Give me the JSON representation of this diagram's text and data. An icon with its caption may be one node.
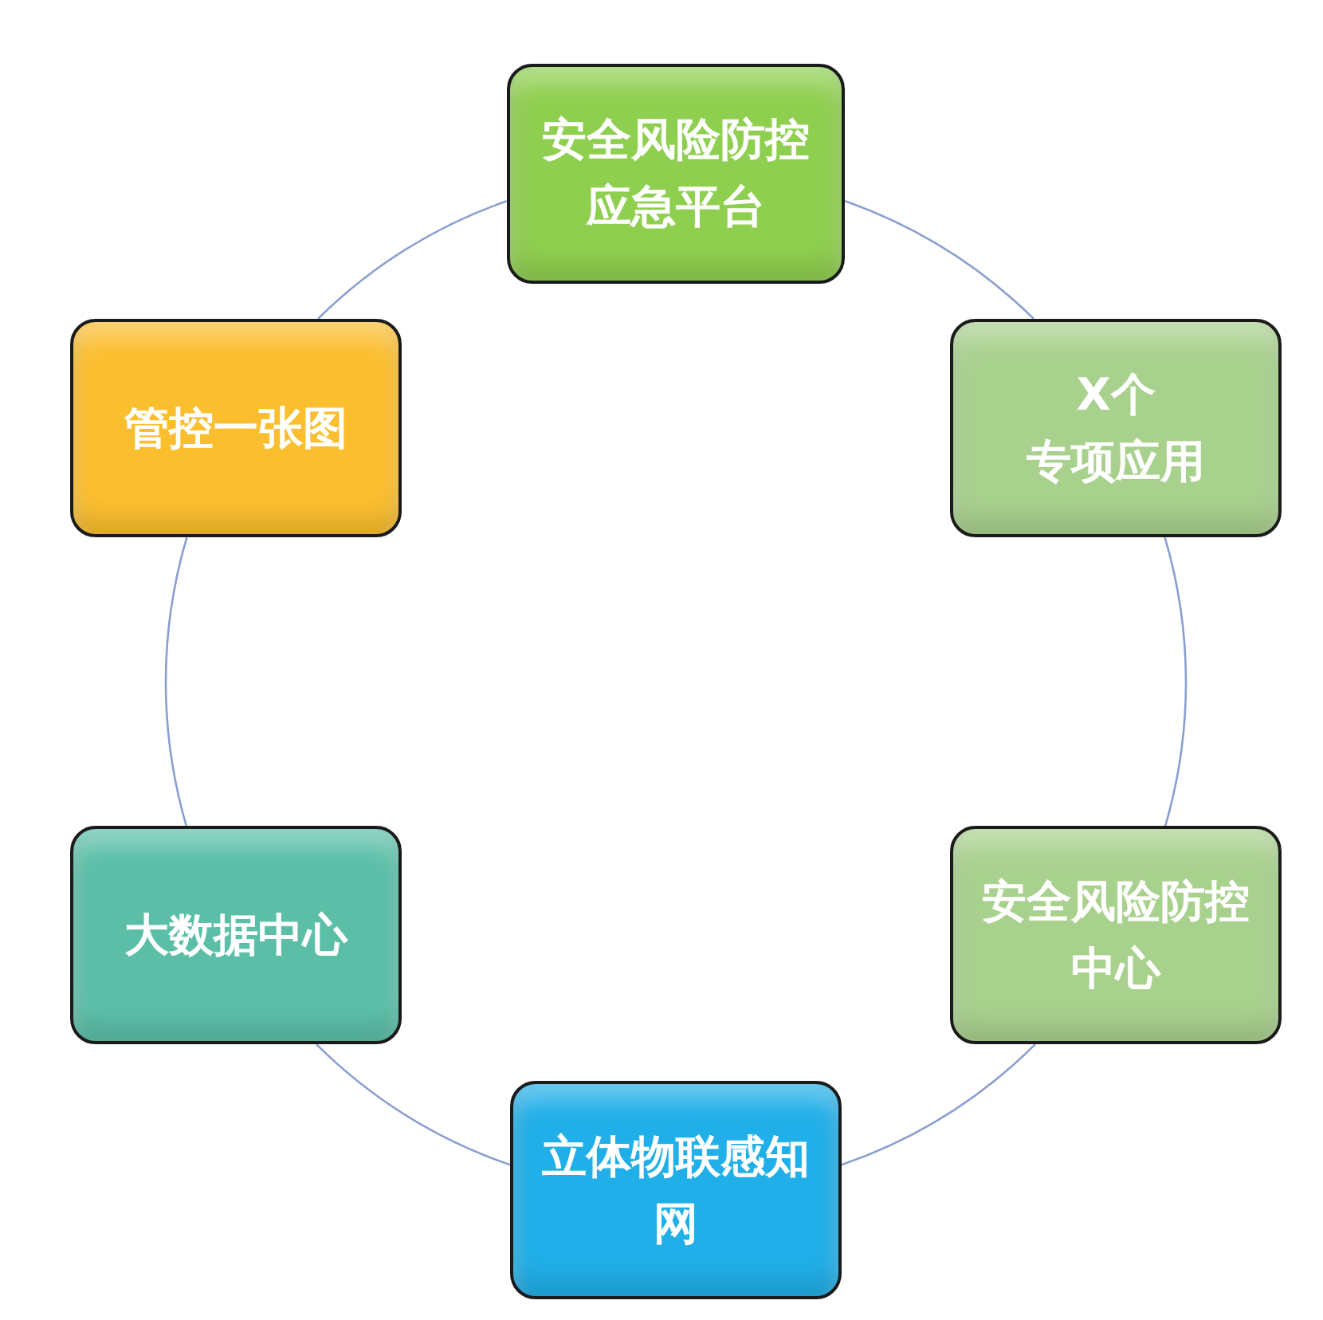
{
  "diagram": {
    "nodes": [
      {
        "text": [
          "安全风险防控应急平台"
        ]
      },
      {
        "text": [
          "管控一张图"
        ]
      },
      {
        "text": [
          "X个",
          "专项应用"
        ]
      },
      {
        "text": [
          "大数据中心"
        ]
      },
      {
        "text": [
          "安全风险防控中心"
        ]
      },
      {
        "text": [
          "立体物联感知网"
        ]
      }
    ],
    "edges": [
      {
        "from": 0,
        "to": 2,
        "arrow": "none"
      },
      {
        "from": 2,
        "to": 4,
        "arrow": "none"
      },
      {
        "from": 4,
        "to": 5,
        "arrow": "none"
      },
      {
        "from": 5,
        "to": 3,
        "arrow": "none"
      },
      {
        "from": 3,
        "to": 1,
        "arrow": "none"
      },
      {
        "from": 1,
        "to": 0,
        "arrow": "none"
      }
    ]
  }
}
